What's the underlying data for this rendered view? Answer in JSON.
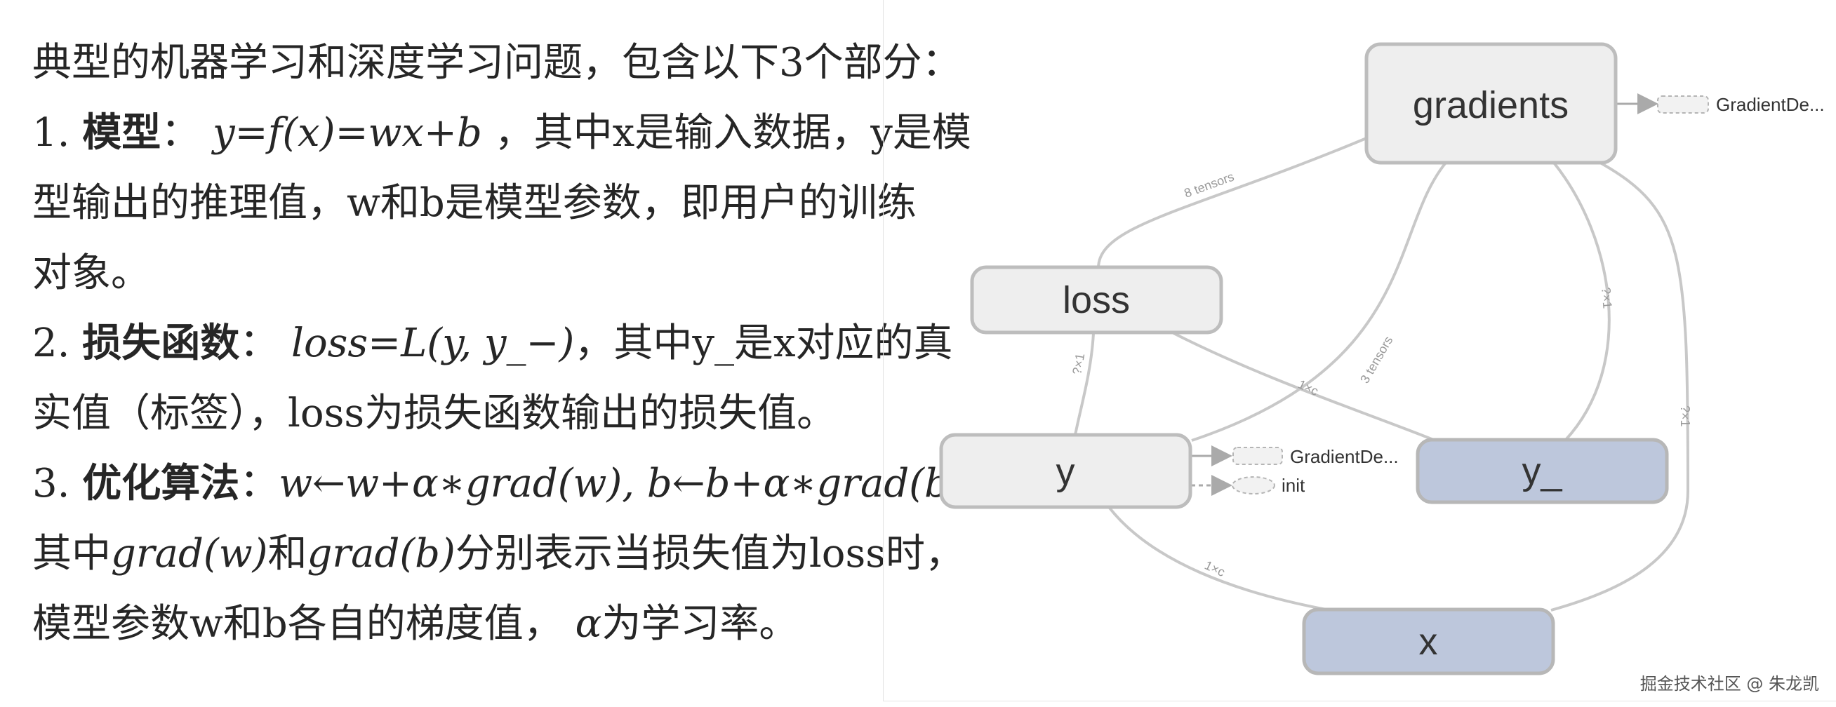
{
  "text": {
    "line1": "典型的机器学习和深度学习问题，包含以下3个部分：",
    "l2_prefix": "1. ",
    "l2_bold": "模型",
    "l2_sep": "： ",
    "l2_formula": "y=f(x)=wx+b",
    "l2_rest": " ，其中x是输入数据，y是模",
    "line3": "型输出的推理值，w和b是模型参数，即用户的训练",
    "line4": "对象。",
    "l5_prefix": "2. ",
    "l5_bold": "损失函数",
    "l5_sep": "：  ",
    "l5_formula": "loss=L(y, y_−)",
    "l5_rest": "，其中y_是x对应的真",
    "line6": "实值（标签），loss为损失函数输出的损失值。",
    "l7_prefix": "3. ",
    "l7_bold": "优化算法",
    "l7_sep": "：",
    "l7_formula": "w←w+α∗grad(w),  b←b+α∗grad(b)",
    "l7_rest": "，",
    "l8_a": "其中",
    "l8_f1": "grad(w)",
    "l8_b": "和",
    "l8_f2": "grad(b)",
    "l8_c": "分别表示当损失值为loss时，",
    "l9_a": "模型参数w和b各自的梯度值，  ",
    "l9_f": "α",
    "l9_b": "为学习率。"
  },
  "graph": {
    "nodes": {
      "gradients": "gradients",
      "loss": "loss",
      "y": "y",
      "y_": "y_",
      "x": "x"
    },
    "aux": {
      "grad_desc_top": "GradientDe...",
      "grad_desc_y": "GradientDe...",
      "init": "init"
    },
    "edge_labels": {
      "e_grad_loss": "8 tensors",
      "e_grad_y": "3 tensors",
      "e_grad_y_": "?×1",
      "e_grad_x": "?×1",
      "e_loss_y": "?×1",
      "e_loss_y_": "1×c",
      "e_y_x": "1×c"
    }
  },
  "watermark": "掘金技术社区 @ 朱龙凯",
  "colors": {
    "node_light": "#eeeeee",
    "node_input": "#bdc7dc",
    "node_stroke": "#bdbdbd",
    "edge": "#c8c8c8"
  }
}
